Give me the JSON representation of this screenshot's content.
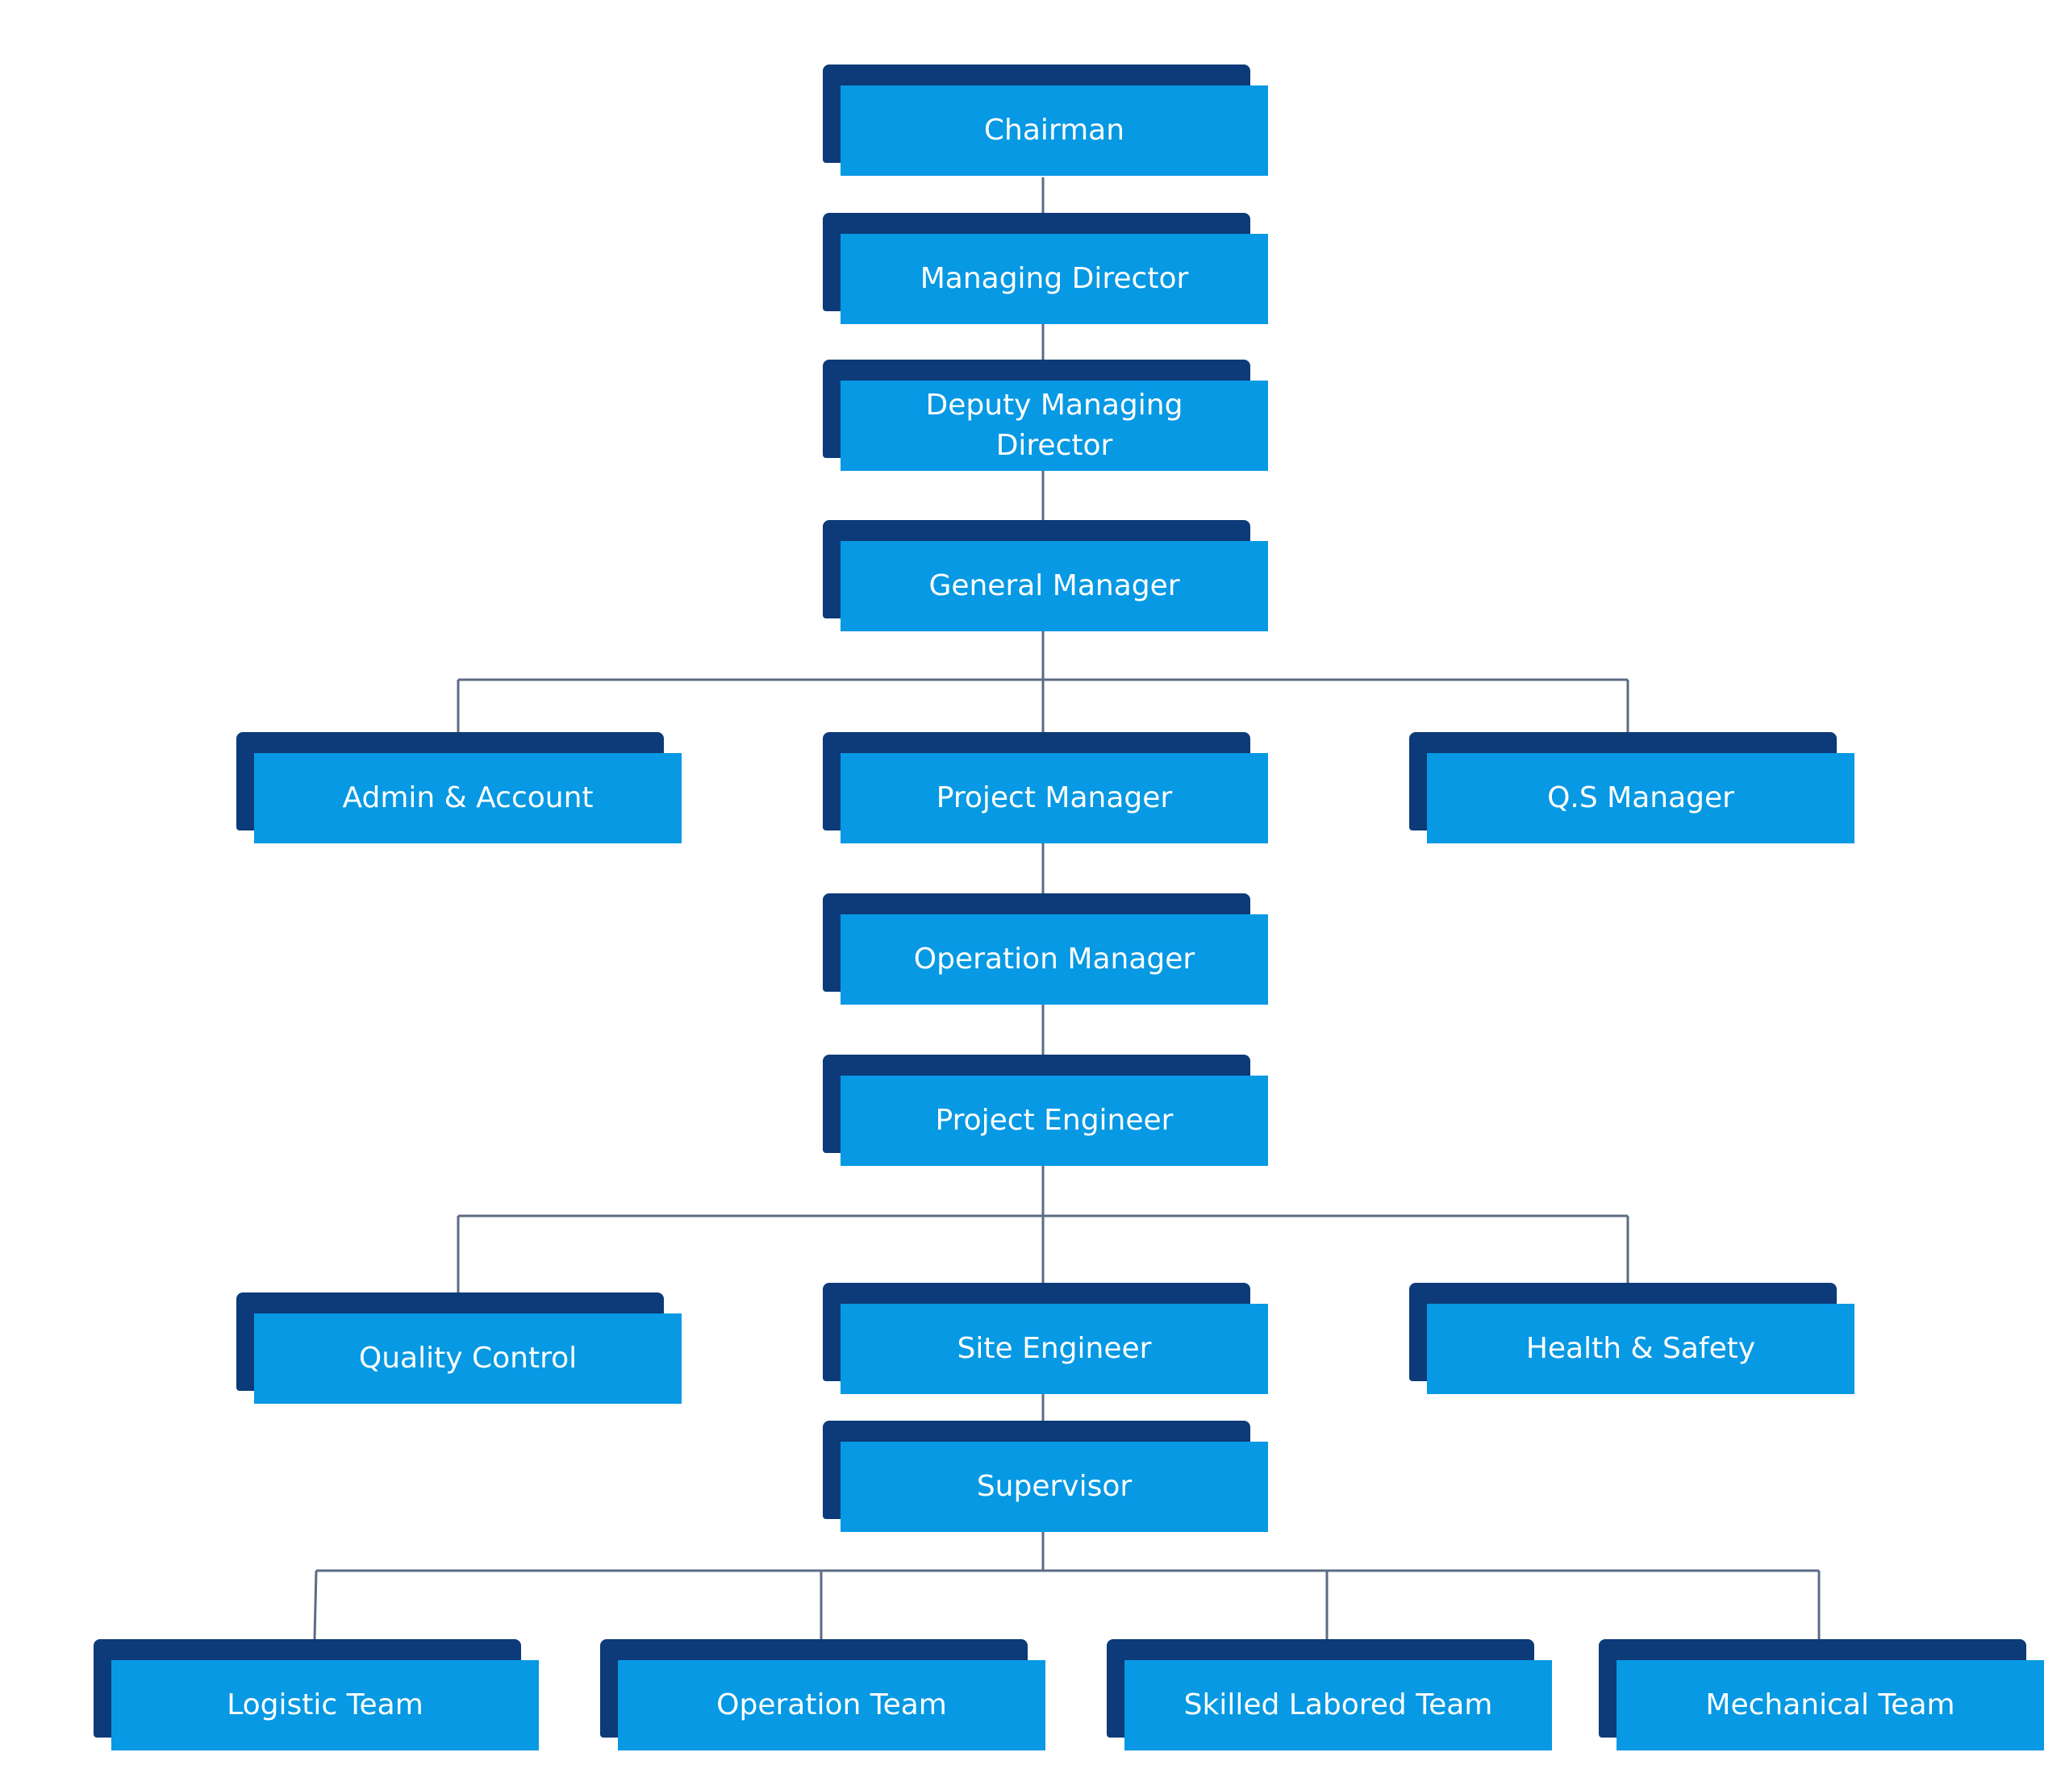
{
  "nodes": [
    {
      "id": "chairman",
      "label": "Chairman"
    },
    {
      "id": "managing-director",
      "label": "Managing Director"
    },
    {
      "id": "deputy-managing-director",
      "label": "Deputy Managing Director"
    },
    {
      "id": "general-manager",
      "label": "General Manager"
    },
    {
      "id": "admin-account",
      "label": "Admin & Account"
    },
    {
      "id": "project-manager",
      "label": "Project Manager"
    },
    {
      "id": "qs-manager",
      "label": "Q.S Manager"
    },
    {
      "id": "operation-manager",
      "label": "Operation Manager"
    },
    {
      "id": "project-engineer",
      "label": "Project Engineer"
    },
    {
      "id": "quality-control",
      "label": "Quality Control"
    },
    {
      "id": "site-engineer",
      "label": "Site Engineer"
    },
    {
      "id": "health-safety",
      "label": "Health & Safety"
    },
    {
      "id": "supervisor",
      "label": "Supervisor"
    },
    {
      "id": "logistic-team",
      "label": "Logistic Team"
    },
    {
      "id": "operation-team",
      "label": "Operation Team"
    },
    {
      "id": "skilled-labored-team",
      "label": "Skilled Labored Team"
    },
    {
      "id": "mechanical-team",
      "label": "Mechanical Team"
    }
  ],
  "colors": {
    "box_front": "#0799e3",
    "box_back": "#0d3a78",
    "connector": "#5c6b84",
    "text": "#ffffff"
  }
}
